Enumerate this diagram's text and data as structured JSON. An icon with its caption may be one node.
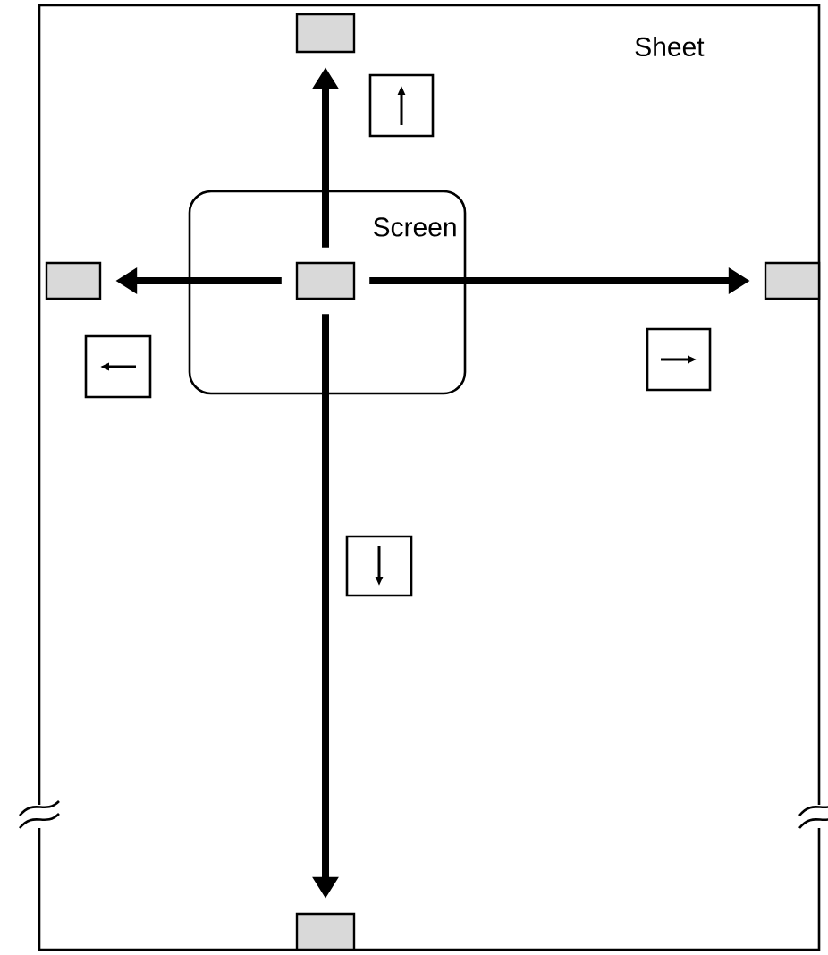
{
  "diagram": {
    "nodes": [
      {
        "text": [
          "Sheet"
        ]
      },
      {
        "text": [
          "Screen"
        ],
        "in": 0
      },
      {
        "text": [],
        "shape": "box",
        "in": 1
      },
      {
        "text": [],
        "shape": "box",
        "in": 0
      },
      {
        "text": [],
        "shape": "box",
        "in": 0
      },
      {
        "text": [],
        "shape": "box",
        "in": 0
      },
      {
        "text": [],
        "shape": "box",
        "in": 0
      }
    ],
    "edges": [
      {
        "from": 2,
        "to": 3,
        "arrow": "to"
      },
      {
        "from": 2,
        "to": 4,
        "arrow": "to"
      },
      {
        "from": 2,
        "to": 5,
        "arrow": "to"
      },
      {
        "from": 2,
        "to": 6,
        "arrow": "to"
      }
    ]
  }
}
